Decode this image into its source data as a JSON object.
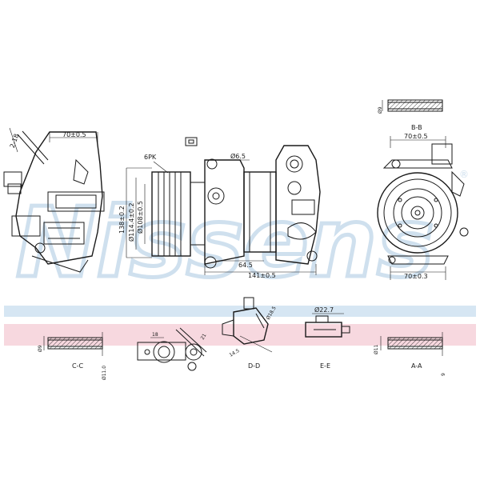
{
  "watermark": {
    "text": "Nissens",
    "registered": "®",
    "color": "#cfe0ee"
  },
  "bands": {
    "blue": "#d6e6f3",
    "pink": "#f7d8df"
  },
  "views": {
    "left": {
      "dim_top": "70±0.5",
      "dim_angle": "2-18"
    },
    "front": {
      "belt": "6PK",
      "d_hole": "Ø6.5",
      "d_outer": "138±0.2",
      "d_mid": "Ø114.4±0.2",
      "d_inner": "Ø108±0.5",
      "d_64": "64.5",
      "d_141": "141±0.5"
    },
    "right": {
      "dim_top": "70±0.5",
      "dim_bottom": "70±0.3"
    },
    "section_b": {
      "label": "B-B",
      "dim": "Ø9"
    },
    "section_c": {
      "label": "C-C",
      "dim_a": "Ø9",
      "dim_b": "Ø11.0"
    },
    "detail": {
      "dim_a": "18",
      "dim_b": "21"
    },
    "section_d": {
      "label": "D-D",
      "dim_a": "Ø18.5",
      "dim_b": "14.5"
    },
    "section_e": {
      "label": "E-E",
      "dim": "Ø22.7"
    },
    "section_a": {
      "label": "A-A",
      "dim_a": "Ø11",
      "dim_b": "9"
    }
  }
}
